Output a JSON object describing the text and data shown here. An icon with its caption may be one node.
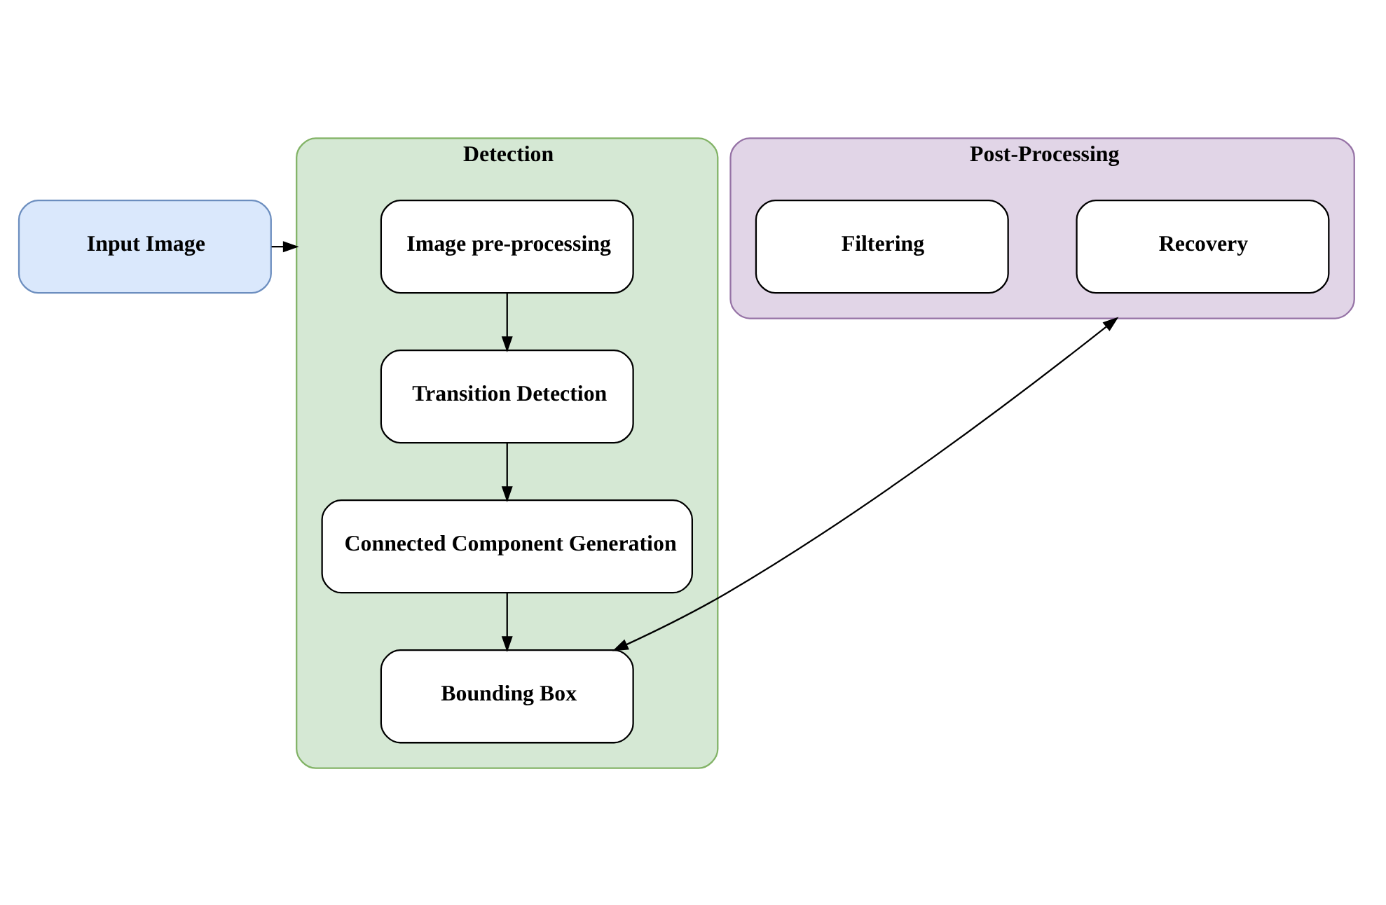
{
  "diagram": {
    "nodes": [
      {
        "text": [
          "Input Image"
        ]
      },
      {
        "text": [
          "Detection"
        ]
      },
      {
        "text": [
          "Image pre-processing"
        ],
        "in": 1
      },
      {
        "text": [
          "Transition Detection"
        ],
        "in": 1
      },
      {
        "text": [
          "Connected Component Generation"
        ],
        "in": 1
      },
      {
        "text": [
          "Bounding Box"
        ],
        "in": 1
      },
      {
        "text": [
          "Post-Processing"
        ]
      },
      {
        "text": [
          "Recovery"
        ],
        "in": 6
      },
      {
        "text": [
          "Filtering"
        ],
        "in": 6
      }
    ],
    "edges": [
      {
        "from": 0,
        "to": 1,
        "arrow": "to"
      },
      {
        "from": 2,
        "to": 3,
        "arrow": "to"
      },
      {
        "from": 3,
        "to": 4,
        "arrow": "to"
      },
      {
        "from": 4,
        "to": 5,
        "arrow": "to"
      },
      {
        "from": 5,
        "to": 6,
        "arrow": "both"
      }
    ]
  }
}
